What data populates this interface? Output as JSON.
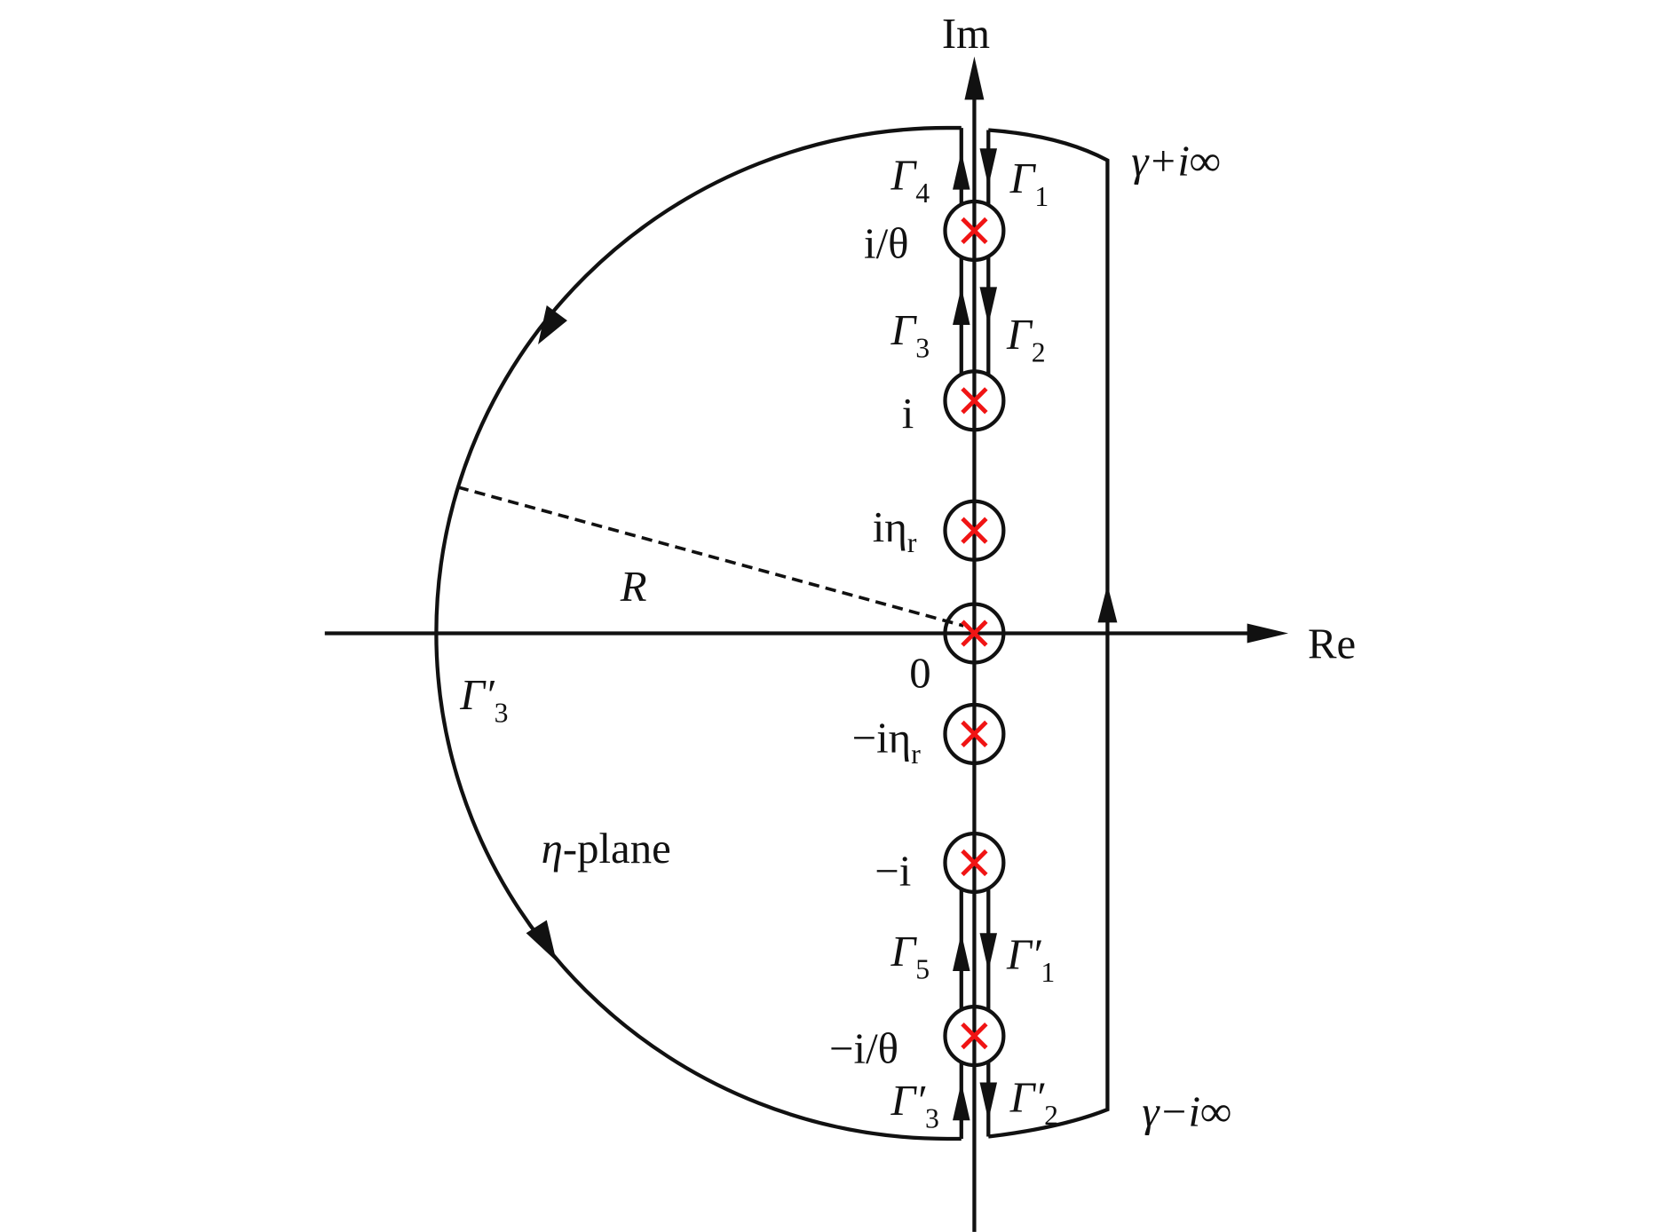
{
  "axes": {
    "im_label": "Im",
    "re_label": "Re",
    "origin_label": "0"
  },
  "plane_label": {
    "symbol": "η",
    "text": "-plane"
  },
  "radius_label": "R",
  "contour_ends": {
    "top": "γ+i∞",
    "bottom": "γ−i∞"
  },
  "poles": [
    {
      "name": "i-over-theta",
      "label": "i/θ",
      "im": 3.2
    },
    {
      "name": "i",
      "label": "i",
      "im": 2.0
    },
    {
      "name": "i-eta-r",
      "label": "iη",
      "sub": "r",
      "im": 1.0
    },
    {
      "name": "zero",
      "label": "",
      "im": 0
    },
    {
      "name": "minus-i-eta-r",
      "label": "−iη",
      "sub": "r",
      "im": -1.0
    },
    {
      "name": "minus-i",
      "label": "−i",
      "im": -2.0
    },
    {
      "name": "minus-i-over-theta",
      "label": "−i/θ",
      "im": -3.2
    }
  ],
  "paths": [
    {
      "name": "gamma-4",
      "sym": "Γ",
      "sub": "4"
    },
    {
      "name": "gamma-1",
      "sym": "Γ",
      "sub": "1"
    },
    {
      "name": "gamma-3",
      "sym": "Γ",
      "sub": "3"
    },
    {
      "name": "gamma-2",
      "sym": "Γ",
      "sub": "2"
    },
    {
      "name": "gamma-3-prime-arc",
      "sym": "Γ′",
      "sub": "3"
    },
    {
      "name": "gamma-5",
      "sym": "Γ",
      "sub": "5"
    },
    {
      "name": "gamma-1-prime",
      "sym": "Γ′",
      "sub": "1"
    },
    {
      "name": "gamma-3-prime",
      "sym": "Γ′",
      "sub": "3"
    },
    {
      "name": "gamma-2-prime",
      "sym": "Γ′",
      "sub": "2"
    }
  ],
  "colors": {
    "line": "#111111",
    "pole": "#f01414"
  }
}
